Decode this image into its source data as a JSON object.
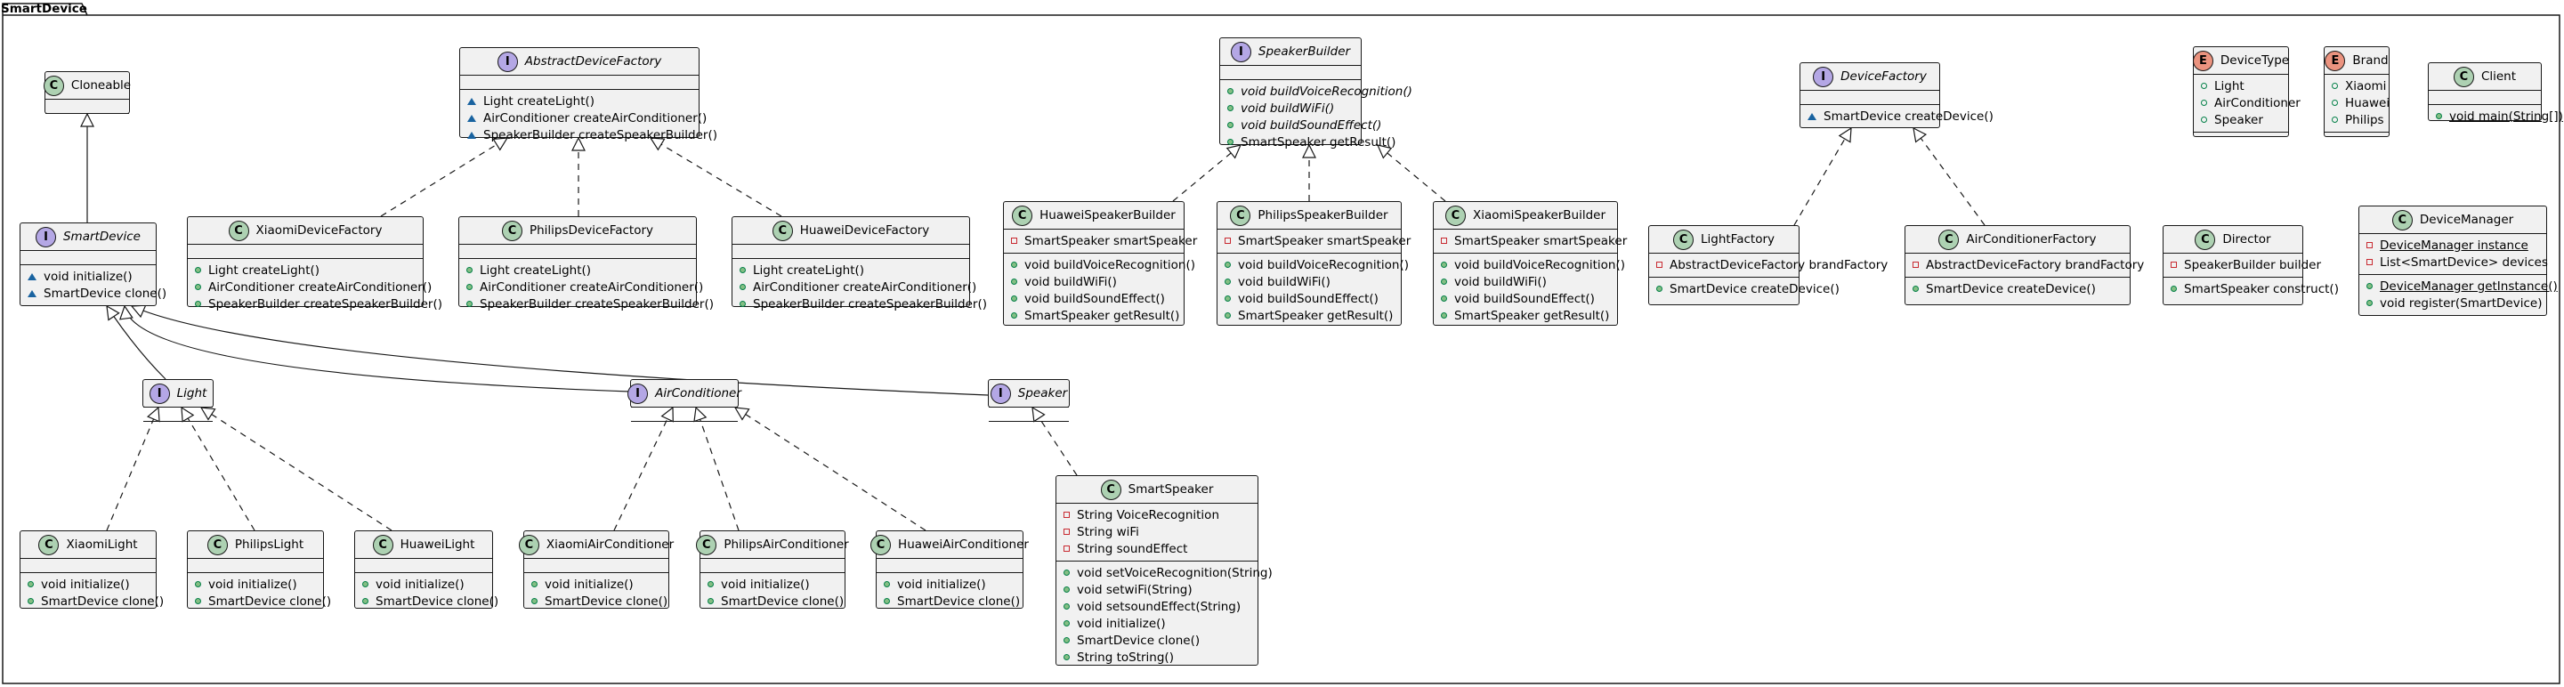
{
  "package": "SmartDevice",
  "classes": {
    "Cloneable": {
      "name": "Cloneable",
      "kind": "C"
    },
    "SmartDevice": {
      "name": "SmartDevice",
      "kind": "I",
      "methods": [
        "void initialize()",
        "SmartDevice clone()"
      ]
    },
    "AbstractDeviceFactory": {
      "name": "AbstractDeviceFactory",
      "kind": "I",
      "methods": [
        "Light createLight()",
        "AirConditioner createAirConditioner()",
        "SpeakerBuilder createSpeakerBuilder()"
      ]
    },
    "XiaomiDeviceFactory": {
      "name": "XiaomiDeviceFactory",
      "kind": "C",
      "methods": [
        "Light createLight()",
        "AirConditioner createAirConditioner()",
        "SpeakerBuilder createSpeakerBuilder()"
      ]
    },
    "PhilipsDeviceFactory": {
      "name": "PhilipsDeviceFactory",
      "kind": "C",
      "methods": [
        "Light createLight()",
        "AirConditioner createAirConditioner()",
        "SpeakerBuilder createSpeakerBuilder()"
      ]
    },
    "HuaweiDeviceFactory": {
      "name": "HuaweiDeviceFactory",
      "kind": "C",
      "methods": [
        "Light createLight()",
        "AirConditioner createAirConditioner()",
        "SpeakerBuilder createSpeakerBuilder()"
      ]
    },
    "SpeakerBuilder": {
      "name": "SpeakerBuilder",
      "kind": "I",
      "methods": [
        "void buildVoiceRecognition()",
        "void buildWiFi()",
        "void buildSoundEffect()",
        "SmartSpeaker getResult()"
      ]
    },
    "HuaweiSpeakerBuilder": {
      "name": "HuaweiSpeakerBuilder",
      "kind": "C",
      "fields": [
        "SmartSpeaker smartSpeaker"
      ],
      "methods": [
        "void buildVoiceRecognition()",
        "void buildWiFi()",
        "void buildSoundEffect()",
        "SmartSpeaker getResult()"
      ]
    },
    "PhilipsSpeakerBuilder": {
      "name": "PhilipsSpeakerBuilder",
      "kind": "C",
      "fields": [
        "SmartSpeaker smartSpeaker"
      ],
      "methods": [
        "void buildVoiceRecognition()",
        "void buildWiFi()",
        "void buildSoundEffect()",
        "SmartSpeaker getResult()"
      ]
    },
    "XiaomiSpeakerBuilder": {
      "name": "XiaomiSpeakerBuilder",
      "kind": "C",
      "fields": [
        "SmartSpeaker smartSpeaker"
      ],
      "methods": [
        "void buildVoiceRecognition()",
        "void buildWiFi()",
        "void buildSoundEffect()",
        "SmartSpeaker getResult()"
      ]
    },
    "DeviceFactory": {
      "name": "DeviceFactory",
      "kind": "I",
      "methods": [
        "SmartDevice createDevice()"
      ]
    },
    "LightFactory": {
      "name": "LightFactory",
      "kind": "C",
      "fields": [
        "AbstractDeviceFactory brandFactory"
      ],
      "methods": [
        "SmartDevice createDevice()"
      ]
    },
    "AirConditionerFactory": {
      "name": "AirConditionerFactory",
      "kind": "C",
      "fields": [
        "AbstractDeviceFactory brandFactory"
      ],
      "methods": [
        "SmartDevice createDevice()"
      ]
    },
    "DeviceType": {
      "name": "DeviceType",
      "kind": "E",
      "values": [
        "Light",
        "AirConditioner",
        "Speaker"
      ]
    },
    "Brand": {
      "name": "Brand",
      "kind": "E",
      "values": [
        "Xiaomi",
        "Huawei",
        "Philips"
      ]
    },
    "Client": {
      "name": "Client",
      "kind": "C",
      "methods": [
        "void main(String[])"
      ]
    },
    "Director": {
      "name": "Director",
      "kind": "C",
      "fields": [
        "SpeakerBuilder builder"
      ],
      "methods": [
        "SmartSpeaker construct()"
      ]
    },
    "DeviceManager": {
      "name": "DeviceManager",
      "kind": "C",
      "fields": [
        "DeviceManager instance",
        "List<SmartDevice> devices"
      ],
      "methods": [
        "DeviceManager getInstance()",
        "void register(SmartDevice)"
      ]
    },
    "Light": {
      "name": "Light",
      "kind": "I"
    },
    "AirConditioner": {
      "name": "AirConditioner",
      "kind": "I"
    },
    "Speaker": {
      "name": "Speaker",
      "kind": "I"
    },
    "SmartSpeaker": {
      "name": "SmartSpeaker",
      "kind": "C",
      "fields": [
        "String VoiceRecognition",
        "String wiFi",
        "String soundEffect"
      ],
      "methods": [
        "void setVoiceRecognition(String)",
        "void setwiFi(String)",
        "void setsoundEffect(String)",
        "void initialize()",
        "SmartDevice clone()",
        "String toString()"
      ]
    },
    "XiaomiLight": {
      "name": "XiaomiLight",
      "kind": "C",
      "methods": [
        "void initialize()",
        "SmartDevice clone()"
      ]
    },
    "PhilipsLight": {
      "name": "PhilipsLight",
      "kind": "C",
      "methods": [
        "void initialize()",
        "SmartDevice clone()"
      ]
    },
    "HuaweiLight": {
      "name": "HuaweiLight",
      "kind": "C",
      "methods": [
        "void initialize()",
        "SmartDevice clone()"
      ]
    },
    "XiaomiAirConditioner": {
      "name": "XiaomiAirConditioner",
      "kind": "C",
      "methods": [
        "void initialize()",
        "SmartDevice clone()"
      ]
    },
    "PhilipsAirConditioner": {
      "name": "PhilipsAirConditioner",
      "kind": "C",
      "methods": [
        "void initialize()",
        "SmartDevice clone()"
      ]
    },
    "HuaweiAirConditioner": {
      "name": "HuaweiAirConditioner",
      "kind": "C",
      "methods": [
        "void initialize()",
        "SmartDevice clone()"
      ]
    }
  },
  "relations": [
    {
      "from": "SmartDevice",
      "to": "Cloneable",
      "type": "extends"
    },
    {
      "from": "XiaomiDeviceFactory",
      "to": "AbstractDeviceFactory",
      "type": "implements"
    },
    {
      "from": "PhilipsDeviceFactory",
      "to": "AbstractDeviceFactory",
      "type": "implements"
    },
    {
      "from": "HuaweiDeviceFactory",
      "to": "AbstractDeviceFactory",
      "type": "implements"
    },
    {
      "from": "HuaweiSpeakerBuilder",
      "to": "SpeakerBuilder",
      "type": "implements"
    },
    {
      "from": "PhilipsSpeakerBuilder",
      "to": "SpeakerBuilder",
      "type": "implements"
    },
    {
      "from": "XiaomiSpeakerBuilder",
      "to": "SpeakerBuilder",
      "type": "implements"
    },
    {
      "from": "LightFactory",
      "to": "DeviceFactory",
      "type": "implements"
    },
    {
      "from": "AirConditionerFactory",
      "to": "DeviceFactory",
      "type": "implements"
    },
    {
      "from": "Light",
      "to": "SmartDevice",
      "type": "extends"
    },
    {
      "from": "AirConditioner",
      "to": "SmartDevice",
      "type": "extends"
    },
    {
      "from": "Speaker",
      "to": "SmartDevice",
      "type": "extends"
    },
    {
      "from": "XiaomiLight",
      "to": "Light",
      "type": "implements"
    },
    {
      "from": "PhilipsLight",
      "to": "Light",
      "type": "implements"
    },
    {
      "from": "HuaweiLight",
      "to": "Light",
      "type": "implements"
    },
    {
      "from": "XiaomiAirConditioner",
      "to": "AirConditioner",
      "type": "implements"
    },
    {
      "from": "PhilipsAirConditioner",
      "to": "AirConditioner",
      "type": "implements"
    },
    {
      "from": "HuaweiAirConditioner",
      "to": "AirConditioner",
      "type": "implements"
    },
    {
      "from": "SmartSpeaker",
      "to": "Speaker",
      "type": "implements"
    }
  ],
  "colors": {
    "class_badge": "#add1b2",
    "interface_badge": "#b4a7e5",
    "enum_badge": "#eb937f",
    "box_fill": "#f1f1f1",
    "line": "#181818",
    "private": "#c82930",
    "public": "#038048",
    "package_private": "#1963a0"
  }
}
